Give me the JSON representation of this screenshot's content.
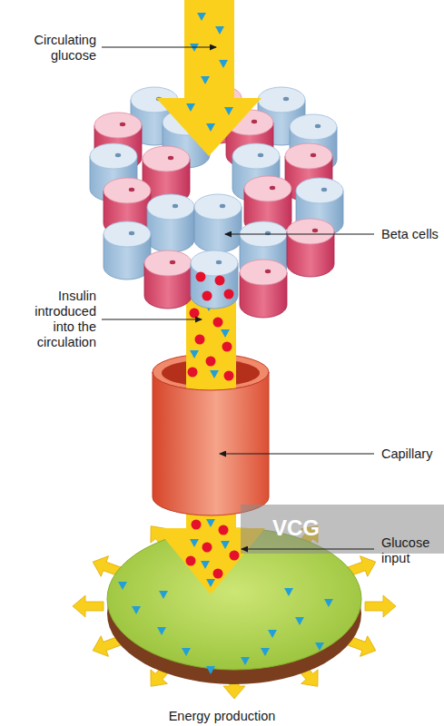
{
  "diagram": {
    "labels": [
      "Circulating glucose",
      "Beta cells",
      "Insulin introduced into the circulation",
      "Capillary",
      "Glucose input",
      "Energy production",
      "VCG"
    ]
  }
}
